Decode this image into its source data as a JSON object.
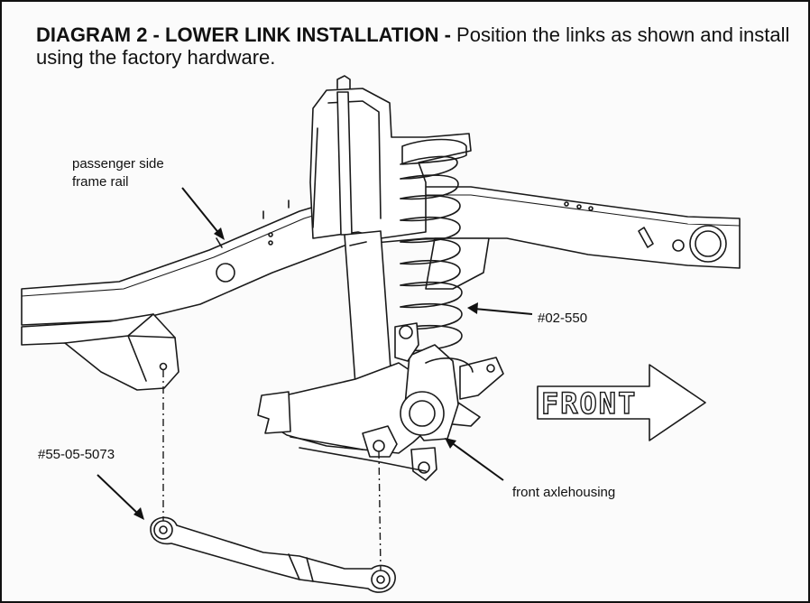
{
  "title": {
    "strong": "DIAGRAM  2 - LOWER LINK INSTALLATION -",
    "normal": " Position the links as shown and install using the factory hardware."
  },
  "callouts": {
    "frame_rail_line1": "passenger side",
    "frame_rail_line2": "frame rail",
    "coil_spring": "#02-550",
    "lower_link": "#55-05-5073",
    "axle_housing": "front axlehousing"
  },
  "direction_sign": "FRONT"
}
